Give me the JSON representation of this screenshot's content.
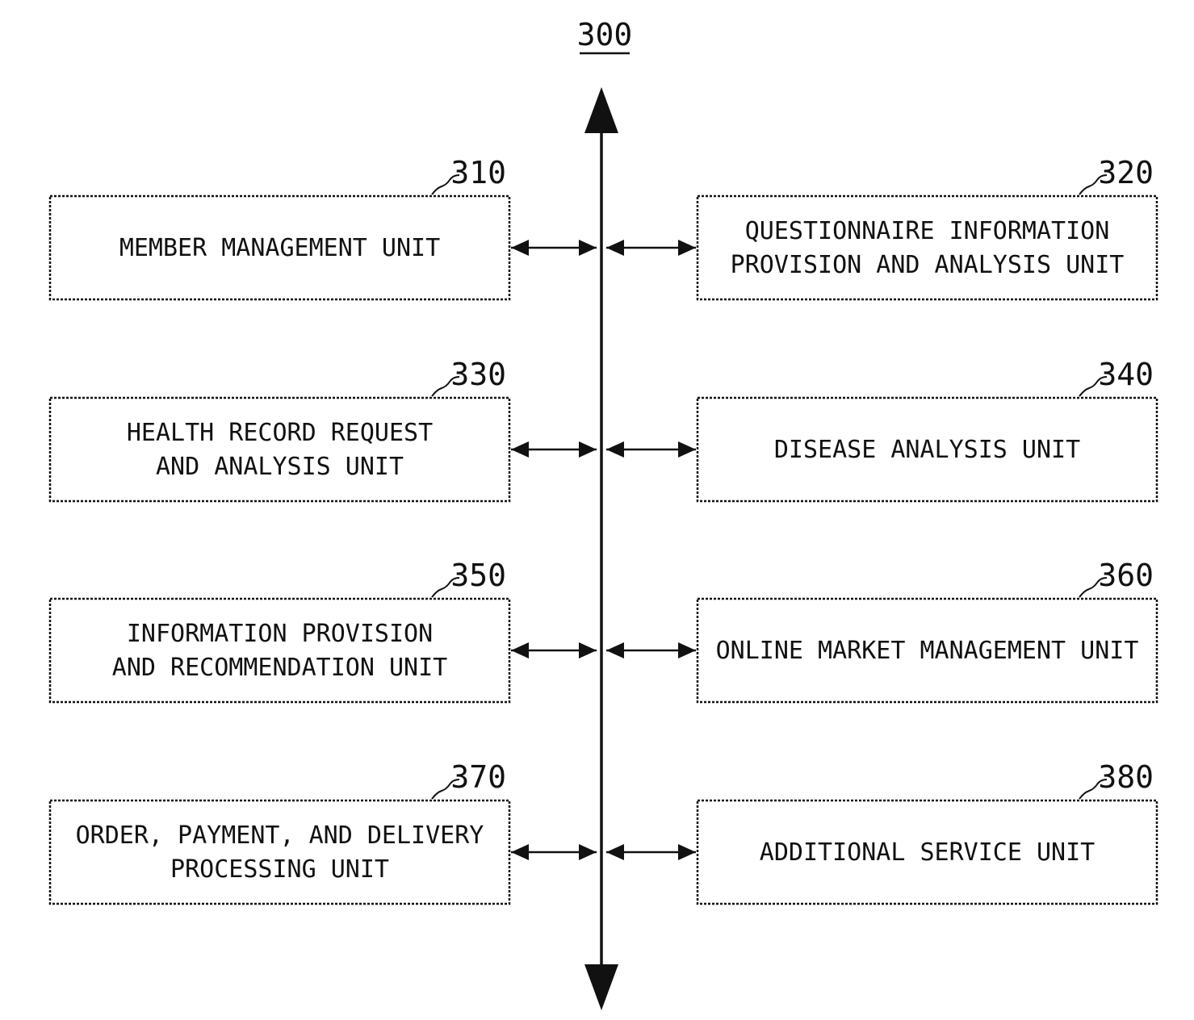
{
  "figure": {
    "ref": "300"
  },
  "units": [
    {
      "ref": "310",
      "lines": [
        "MEMBER MANAGEMENT UNIT"
      ]
    },
    {
      "ref": "320",
      "lines": [
        "QUESTIONNAIRE INFORMATION",
        "PROVISION AND ANALYSIS UNIT"
      ]
    },
    {
      "ref": "330",
      "lines": [
        "HEALTH RECORD REQUEST",
        "AND ANALYSIS UNIT"
      ]
    },
    {
      "ref": "340",
      "lines": [
        "DISEASE ANALYSIS UNIT"
      ]
    },
    {
      "ref": "350",
      "lines": [
        "INFORMATION PROVISION",
        "AND RECOMMENDATION  UNIT"
      ]
    },
    {
      "ref": "360",
      "lines": [
        "ONLINE MARKET MANAGEMENT UNIT"
      ]
    },
    {
      "ref": "370",
      "lines": [
        "ORDER, PAYMENT, AND DELIVERY",
        "PROCESSING UNIT"
      ]
    },
    {
      "ref": "380",
      "lines": [
        "ADDITIONAL SERVICE UNIT"
      ]
    }
  ],
  "colors": {
    "stroke": "#111111",
    "background": "#ffffff"
  }
}
